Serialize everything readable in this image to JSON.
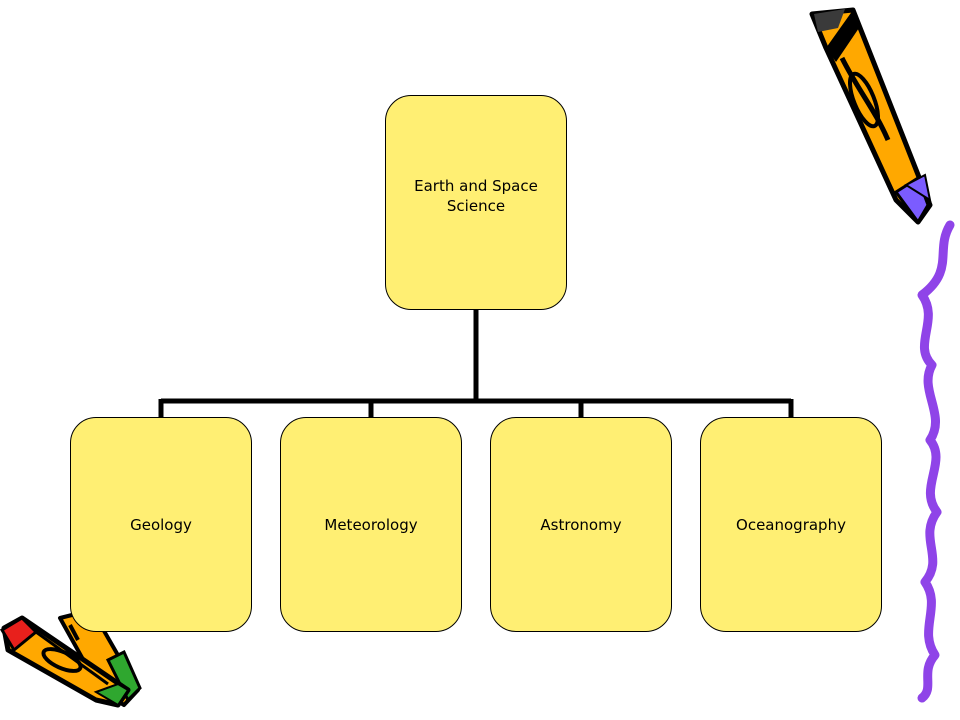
{
  "diagram": {
    "root": {
      "label": "Earth and Space\nScience"
    },
    "children": [
      {
        "label": "Geology"
      },
      {
        "label": "Meteorology"
      },
      {
        "label": "Astronomy"
      },
      {
        "label": "Oceanography"
      }
    ]
  },
  "colors": {
    "node_fill": "#FFEF73",
    "node_border": "#000000",
    "connector": "#000000",
    "pencil_body": "#FFA800",
    "pencil_accent": "#7B5CFF",
    "pencil_eraser": "#E8201C",
    "squiggle": "#8F44E8"
  }
}
